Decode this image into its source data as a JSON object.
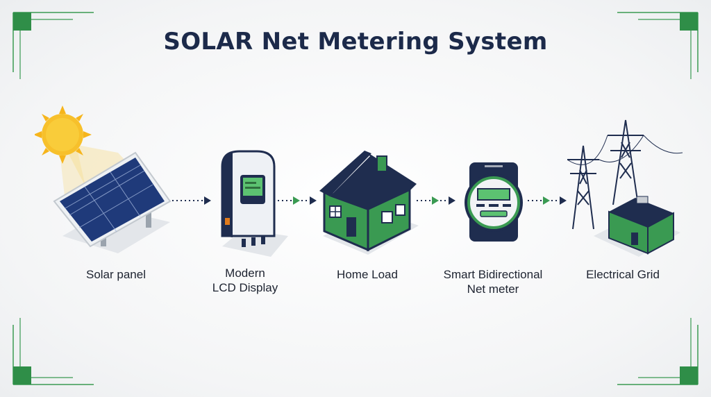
{
  "title": "SOLAR Net Metering System",
  "colors": {
    "navy": "#1f2d4f",
    "green": "#3a9a52",
    "light_green": "#5cc271",
    "sun": "#f6b51c"
  },
  "stages": [
    {
      "label": "Solar panel",
      "icon": "solar-panel-icon"
    },
    {
      "label": "Modern\nLCD Display",
      "icon": "lcd-display-icon"
    },
    {
      "label": "Home Load",
      "icon": "house-icon"
    },
    {
      "label": "Smart Bidirectional\nNet meter",
      "icon": "net-meter-icon"
    },
    {
      "label": "Electrical Grid",
      "icon": "power-grid-icon"
    }
  ]
}
